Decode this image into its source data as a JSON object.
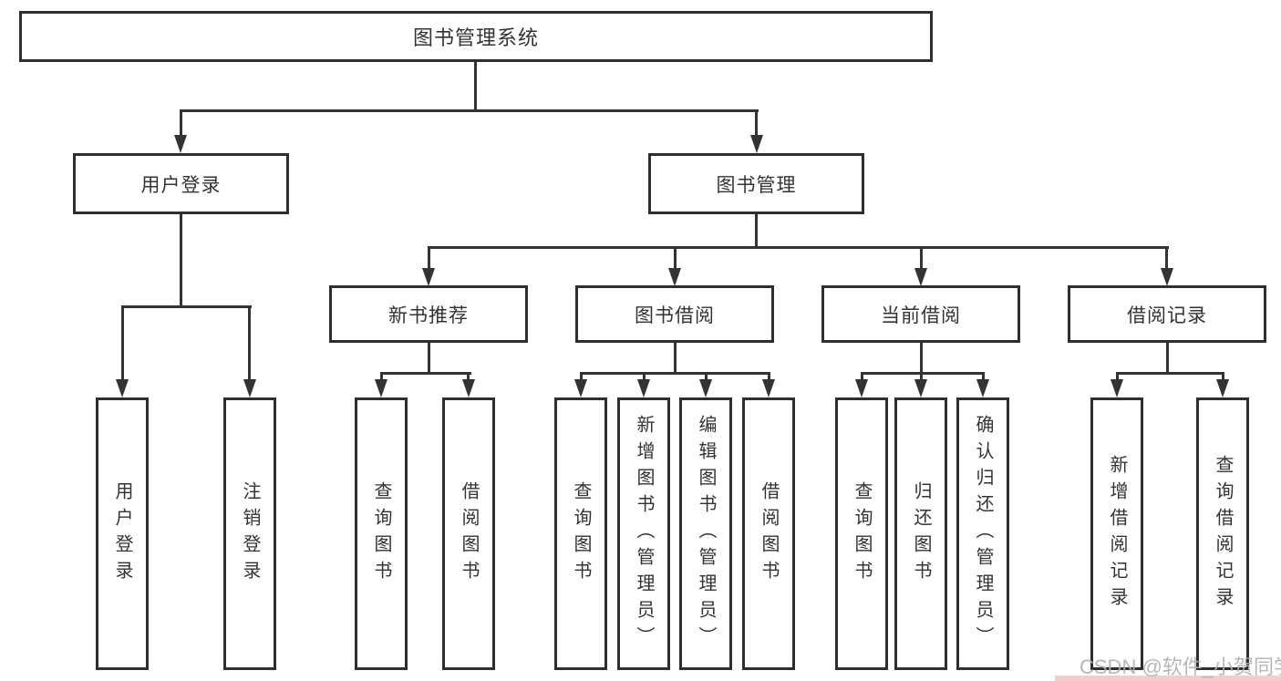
{
  "diagram_title": "图书管理系统",
  "colors": {
    "line": "#333333",
    "box_border": "#2e2e2e",
    "text": "#333333",
    "watermark": "#afafaf",
    "watermark_strip": "#f2cdcd",
    "background": "#ffffff"
  },
  "tree": {
    "root": {
      "label": "图书管理系统"
    },
    "branches": [
      {
        "label": "用户登录",
        "children": [
          {
            "label": "用户登录"
          },
          {
            "label": "注销登录"
          }
        ]
      },
      {
        "label": "图书管理",
        "children": [
          {
            "label": "新书推荐",
            "children": [
              {
                "label": "查询图书"
              },
              {
                "label": "借阅图书"
              }
            ]
          },
          {
            "label": "图书借阅",
            "children": [
              {
                "label": "查询图书"
              },
              {
                "label": "新增图书（管理员）"
              },
              {
                "label": "编辑图书（管理员）"
              },
              {
                "label": "借阅图书"
              }
            ]
          },
          {
            "label": "当前借阅",
            "children": [
              {
                "label": "查询图书"
              },
              {
                "label": "归还图书"
              },
              {
                "label": "确认归还（管理员）"
              }
            ]
          },
          {
            "label": "借阅记录",
            "children": [
              {
                "label": "新增借阅记录"
              },
              {
                "label": "查询借阅记录"
              }
            ]
          }
        ]
      }
    ]
  },
  "watermark": "CSDN @软件_小贺同学"
}
